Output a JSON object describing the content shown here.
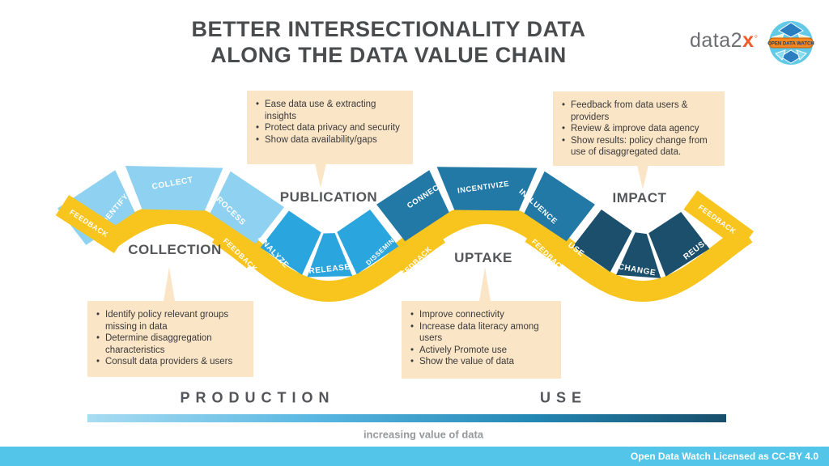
{
  "title": {
    "line1": "BETTER INTERSECTIONALITY DATA",
    "line2": "ALONG THE DATA VALUE CHAIN"
  },
  "logos": {
    "data2x_text": "data2",
    "data2x_x": "x",
    "odw_text": "OPEN DATA WATCH"
  },
  "chain": {
    "feedback_label": "FEEDBACK",
    "colors": {
      "ribbon": "#f8c41e",
      "L": "#8fd1f0",
      "M": "#2aa5de",
      "S": "#2379a6",
      "N": "#1c4f6c"
    },
    "tiles": [
      {
        "label": "IDENTIFY"
      },
      {
        "label": "COLLECT"
      },
      {
        "label": "PROCESS"
      },
      {
        "label": "ANALYZE"
      },
      {
        "label": "RELEASE"
      },
      {
        "label": "DISSEMINATE"
      },
      {
        "label": "CONNECT"
      },
      {
        "label": "INCENTIVIZE"
      },
      {
        "label": "INFLUENCE"
      },
      {
        "label": "USE"
      },
      {
        "label": "CHANGE"
      },
      {
        "label": "REUSE"
      }
    ],
    "stages": [
      {
        "label": "COLLECTION"
      },
      {
        "label": "PUBLICATION"
      },
      {
        "label": "UPTAKE"
      },
      {
        "label": "IMPACT"
      }
    ]
  },
  "callouts": {
    "publication": {
      "items": [
        "Ease data use & extracting insights",
        "Protect data privacy and security",
        "Show data availability/gaps"
      ]
    },
    "impact": {
      "items": [
        "Feedback from data users & providers",
        "Review & improve data agency",
        "Show results: policy change from use of disaggregated data."
      ]
    },
    "collection": {
      "items": [
        "Identify policy relevant groups missing in data",
        "Determine disaggregation characteristics",
        "Consult data providers & users"
      ]
    },
    "uptake": {
      "items": [
        "Improve connectivity",
        "Increase data literacy among users",
        "Actively Promote use",
        "Show the value of data"
      ]
    }
  },
  "bottom": {
    "production": "PRODUCTION",
    "use": "USE",
    "caption": "increasing value of data"
  },
  "footer": {
    "text": "Open Data Watch Licensed as CC-BY 4.0"
  }
}
